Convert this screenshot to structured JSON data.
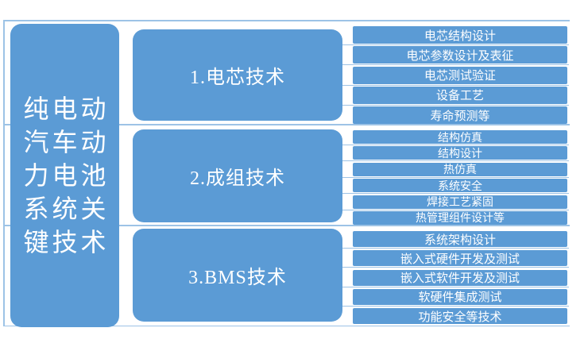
{
  "diagram": {
    "title": "纯电动汽车动力电池系统关键技术",
    "root_box": {
      "lines": [
        "纯电动",
        "汽车动",
        "力电池",
        "系统关",
        "键技术"
      ]
    },
    "groups": [
      {
        "label": "1.电芯技术",
        "items": [
          "电芯结构设计",
          "电芯参数设计及表征",
          "电芯测试验证",
          "设备工艺",
          "寿命预测等"
        ]
      },
      {
        "label": "2.成组技术",
        "items": [
          "结构仿真",
          "结构设计",
          "热仿真",
          "系统安全",
          "焊接工艺紧固",
          "热管理组件设计等"
        ]
      },
      {
        "label": "3.BMS技术",
        "items": [
          "系统架构设计",
          "嵌入式硬件开发及测试",
          "嵌入式软件开发及测试",
          "软硬件集成测试",
          "功能安全等技术"
        ]
      }
    ],
    "colors": {
      "box_blue": "#5b9bd5",
      "line_light_blue": "#9dc3e6",
      "text": "#ffffff",
      "background": "#ffffff"
    }
  }
}
